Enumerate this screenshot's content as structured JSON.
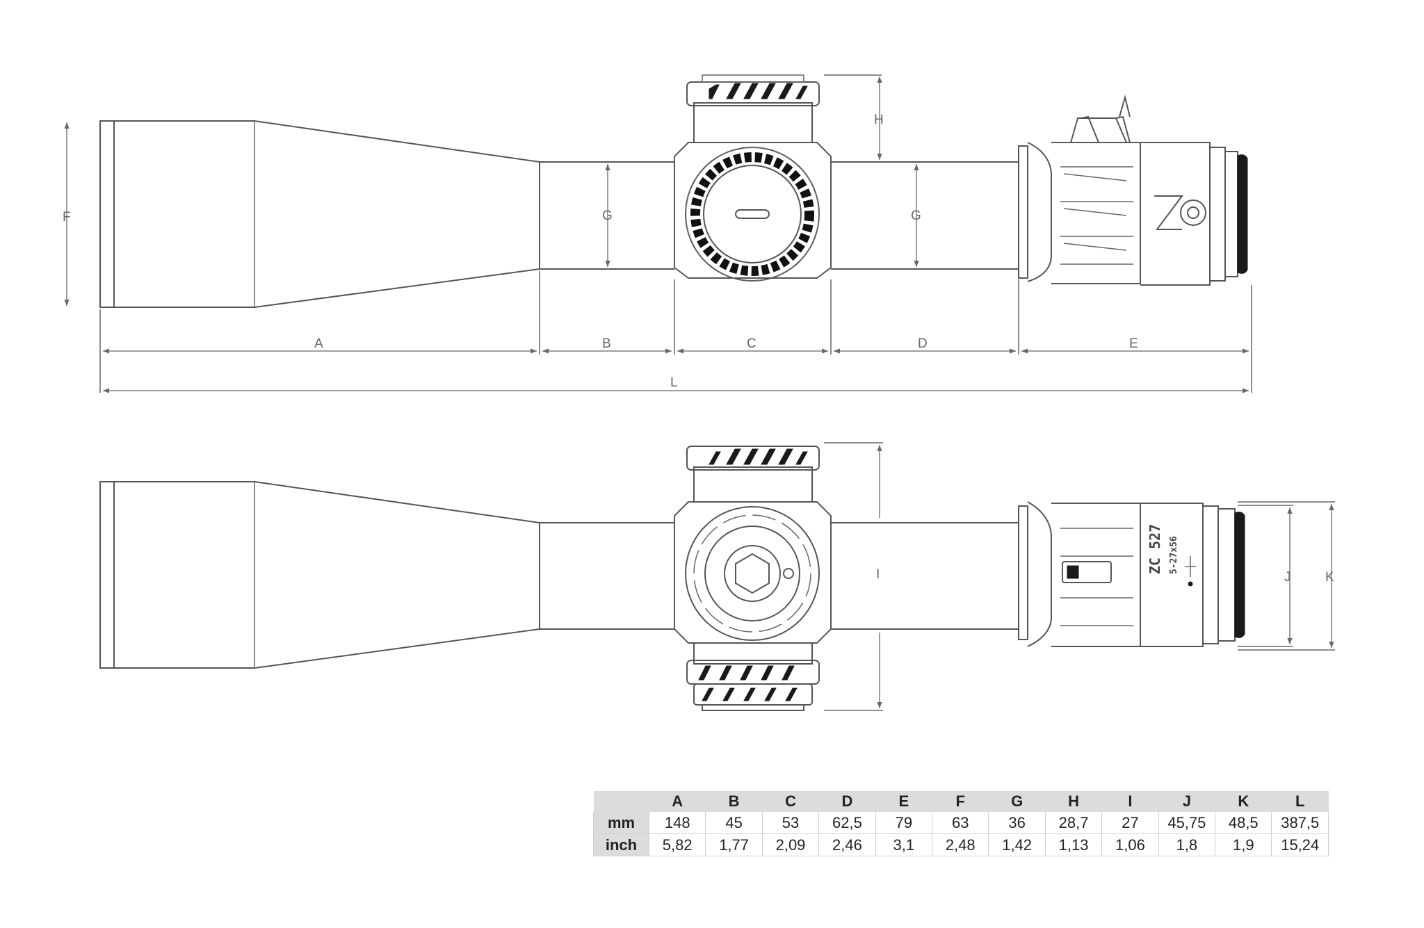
{
  "labels": {
    "A": "A",
    "B": "B",
    "C": "C",
    "D": "D",
    "E": "E",
    "F": "F",
    "G": "G",
    "H": "H",
    "I": "I",
    "J": "J",
    "K": "K",
    "L": "L"
  },
  "engraving": {
    "model": "ZC 527",
    "magnification": "5-27x56",
    "logo": "ZC"
  },
  "table": {
    "columns": [
      "A",
      "B",
      "C",
      "D",
      "E",
      "F",
      "G",
      "H",
      "I",
      "J",
      "K",
      "L"
    ],
    "rows": [
      {
        "unit": "mm",
        "values": [
          "148",
          "45",
          "53",
          "62,5",
          "79",
          "63",
          "36",
          "28,7",
          "27",
          "45,75",
          "48,5",
          "387,5"
        ]
      },
      {
        "unit": "inch",
        "values": [
          "5,82",
          "1,77",
          "2,09",
          "2,46",
          "3,1",
          "2,48",
          "1,42",
          "1,13",
          "1,06",
          "1,8",
          "1,9",
          "15,24"
        ]
      }
    ]
  }
}
